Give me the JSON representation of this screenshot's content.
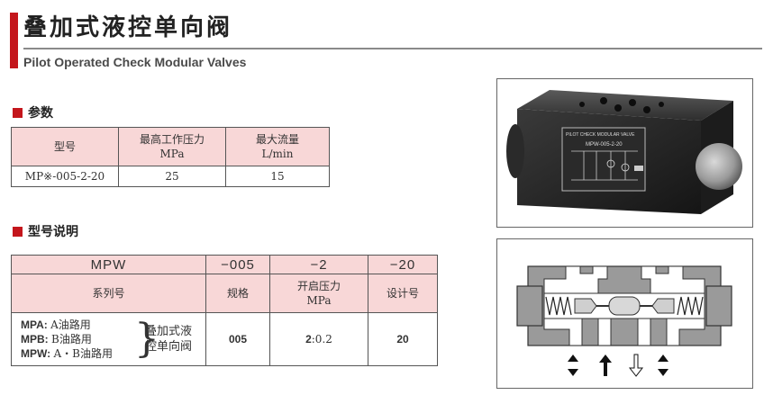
{
  "title": {
    "cn": "叠加式液控单向阀",
    "en": "Pilot Operated Check Modular Valves"
  },
  "params": {
    "heading": "参数",
    "headers": [
      "型号",
      "最高工作压力\nMPa",
      "最大流量\nL/min"
    ],
    "row": [
      "MP※-005-2-20",
      "25",
      "15"
    ]
  },
  "model": {
    "heading": "型号说明",
    "codes": [
      "MPW",
      "−005",
      "−2",
      "−20"
    ],
    "labels": [
      "系列号",
      "规格",
      "开启压力\nMPa",
      "设计号"
    ],
    "series_lines": [
      {
        "code": "MPA:",
        "desc": "A油路用"
      },
      {
        "code": "MPB:",
        "desc": "B油路用"
      },
      {
        "code": "MPW:",
        "desc": "A・B油路用"
      }
    ],
    "series_group": "叠加式液\n控单向阀",
    "values": [
      "005",
      "2",
      ":0.2",
      "20"
    ]
  },
  "photo": {
    "plate_title": "PILOT CHECK MODULAR VALVE",
    "plate_model": "MPW-005-2-20"
  },
  "colors": {
    "accent": "#c4161c",
    "header_fill": "#f8d7d7"
  }
}
